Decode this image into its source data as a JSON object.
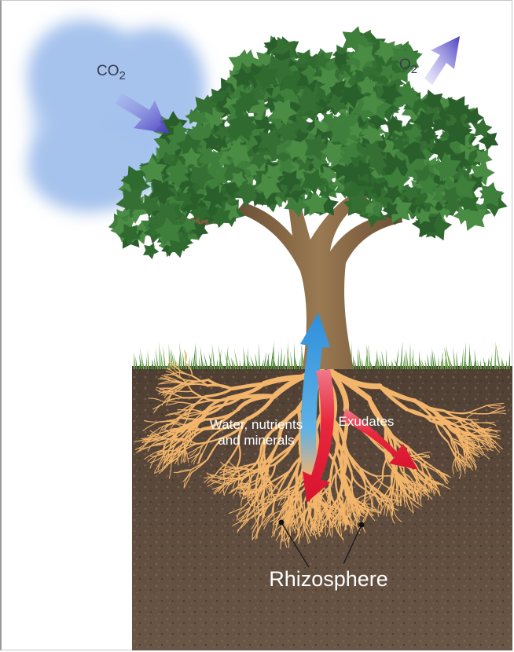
{
  "diagram": {
    "co2_label": "CO",
    "co2_sub": "2",
    "o2_label": "O",
    "o2_sub": "2",
    "uptake_label_line1": "Water, nutrients",
    "uptake_label_line2": "and minerals",
    "exudates_label": "Exudates",
    "rhizosphere_label": "Rhizosphere"
  },
  "colors": {
    "sky_cloud": "#a9c6ee",
    "canopy": "#3f7f3c",
    "trunk": "#8a6a45",
    "soil": "#5e4a3c",
    "roots": "#f2b56b",
    "uptake_arrow": "#3f9fe0",
    "exudate_arrow": "#e8283c",
    "gas_arrow": "#5a4fc9"
  }
}
